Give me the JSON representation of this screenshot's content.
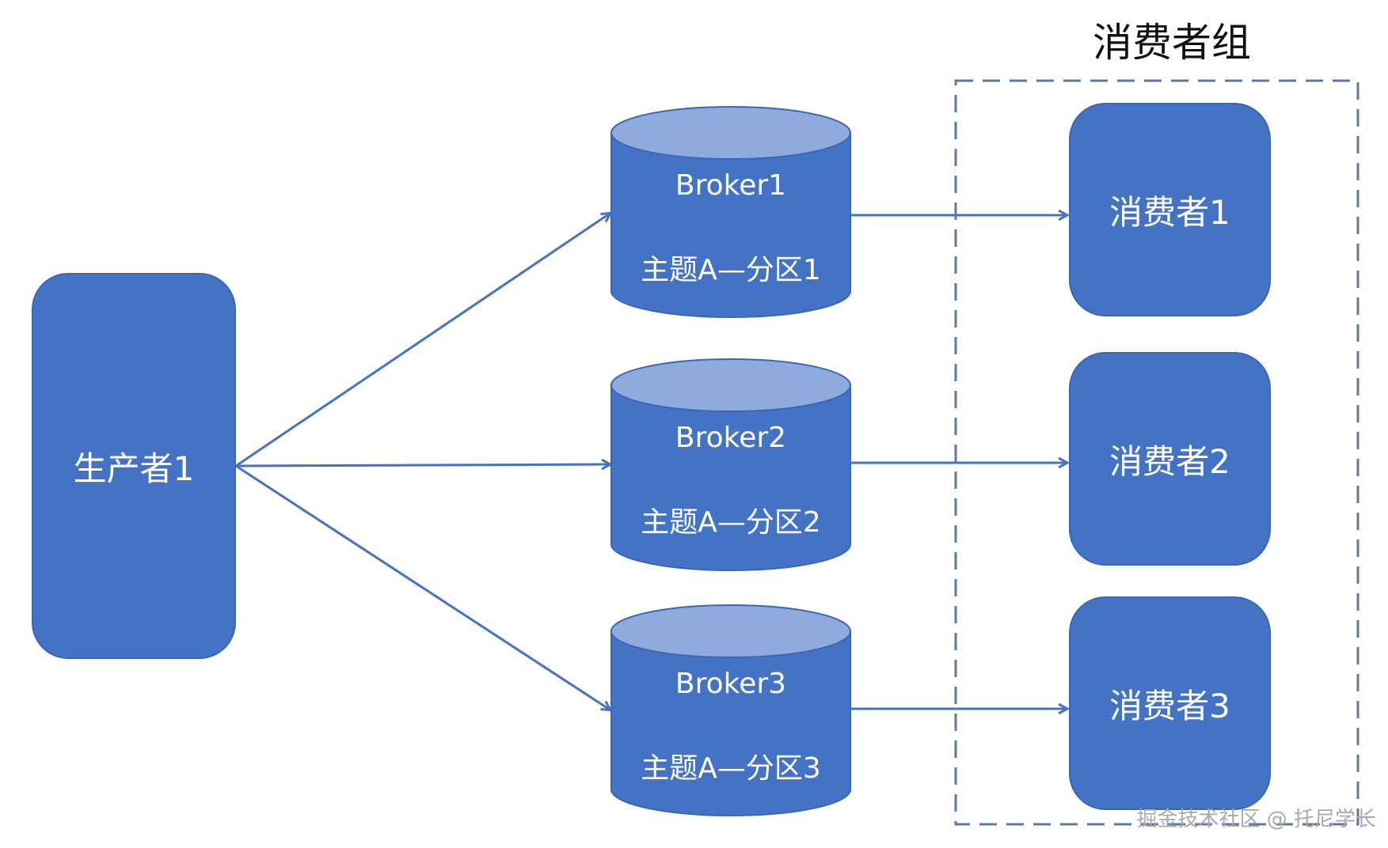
{
  "colors": {
    "fill": "#4472c4",
    "cylinder_top": "#8faadc",
    "stroke": "#3a66b8",
    "arrow": "#4472c4",
    "dashed_border": "#5b7aa8"
  },
  "consumer_group": {
    "title": "消费者组",
    "consumers": [
      {
        "label": "消费者1"
      },
      {
        "label": "消费者2"
      },
      {
        "label": "消费者3"
      }
    ]
  },
  "producer": {
    "label": "生产者1"
  },
  "brokers": [
    {
      "name": "Broker1",
      "partition": "主题A—分区1"
    },
    {
      "name": "Broker2",
      "partition": "主题A—分区2"
    },
    {
      "name": "Broker3",
      "partition": "主题A—分区3"
    }
  ],
  "watermark": "掘金技术社区 @ 托尼学长"
}
